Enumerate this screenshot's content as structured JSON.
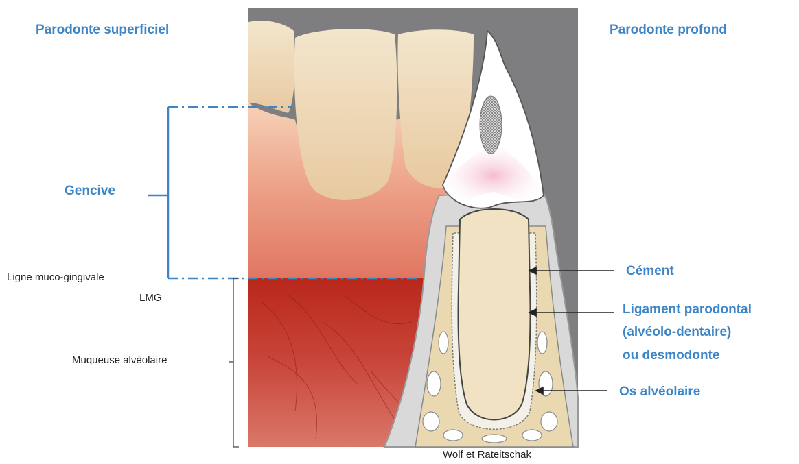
{
  "headings": {
    "left": "Parodonte superficiel",
    "right": "Parodonte profond"
  },
  "labels": {
    "gencive": "Gencive",
    "lmg_line1": "Ligne muco-gingivale",
    "lmg_line2": "LMG",
    "muqueuse": "Muqueuse alvéolaire",
    "cement": "Cément",
    "ligament_line1": "Ligament parodontal",
    "ligament_line2": "(alvéolo-dentaire)",
    "ligament_line3": "ou desmodonte",
    "os": "Os alvéolaire",
    "credit": "Wolf et Rateitschak"
  },
  "colors": {
    "accent_blue": "#3d85c6",
    "gum_pink": "#e8917a",
    "mucosa_red": "#c43a2a",
    "tooth_ivory": "#f1e2c4",
    "bone": "#ead9b0",
    "backdrop_gray": "#7e7e80"
  }
}
